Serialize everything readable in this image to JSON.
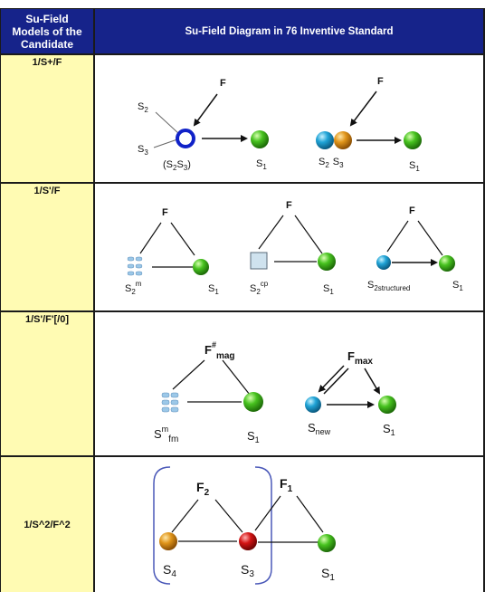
{
  "header": {
    "col1": [
      "Su-Field",
      "Models of the",
      "Candidate"
    ],
    "col2": "Su-Field Diagram in 76 Inventive Standard"
  },
  "rows": [
    {
      "model": "1/S+/F",
      "labels": {
        "s2": "S",
        "s2_sub": "2",
        "s3": "S",
        "s3_sub": "3",
        "f_left": "F",
        "pair": "(S",
        "pair_sub1": "2",
        "pair_mid": "S",
        "pair_sub2": "3",
        "pair_end": ")",
        "s1_left": "S",
        "s1_left_sub": "1",
        "f_right": "F",
        "s2s3_a": "S",
        "s2s3_a_sub": "2",
        "s2s3_b": "S",
        "s2s3_b_sub": "3",
        "s1_right": "S",
        "s1_right_sub": "1"
      }
    },
    {
      "model": "1/S'/F",
      "labels": {
        "f1": "F",
        "s2m": "S",
        "s2m_sub": "2",
        "s2m_sup": "m",
        "s1a": "S",
        "s1a_sub": "1",
        "f2": "F",
        "s2cp": "S",
        "s2cp_sub": "2",
        "s2cp_sup": "cp",
        "s1b": "S",
        "s1b_sub": "1",
        "f3": "F",
        "s2st": "S",
        "s2st_sub": "2structured",
        "s1c": "S",
        "s1c_sub": "1"
      }
    },
    {
      "model": "1/S'/F'[/0]",
      "labels": {
        "fmag": "F",
        "fmag_sup": "#",
        "fmag_sub": "mag",
        "smfm": "S",
        "smfm_sup": "m",
        "smfm_sub": "fm",
        "s1a": "S",
        "s1a_sub": "1",
        "fmax": "F",
        "fmax_sub": "max",
        "snew": "S",
        "snew_sub": "new",
        "s1b": "S",
        "s1b_sub": "1"
      }
    },
    {
      "model": "1/S^2/F^2",
      "labels": {
        "f2": "F",
        "f2_sub": "2",
        "f1": "F",
        "f1_sub": "1",
        "s4": "S",
        "s4_sub": "4",
        "s3": "S",
        "s3_sub": "3",
        "s1": "S",
        "s1_sub": "1"
      }
    }
  ],
  "colors": {
    "header_bg": "#16238a",
    "model_bg": "#fffbb3",
    "green": "#3aa81c",
    "blue": "#1a8fc4",
    "orange": "#d98a12",
    "red": "#cc1010",
    "bracket": "#4a58b8"
  }
}
